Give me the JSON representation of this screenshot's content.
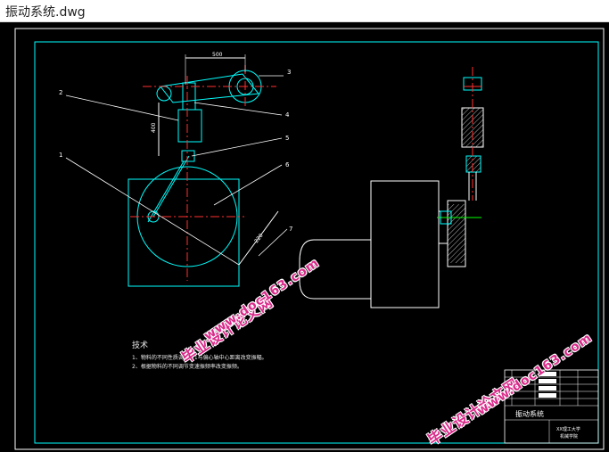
{
  "window": {
    "title": "振动系统.dwg"
  },
  "drawing": {
    "dimensions": {
      "top": "500",
      "left": "400",
      "diag": "220"
    },
    "part_labels": [
      "2",
      "1",
      "3",
      "4",
      "5",
      "6",
      "7"
    ],
    "notes": {
      "heading": "技术",
      "line1": "1、物料的不同性质调节件1与偏心轴中心距离改变振幅。",
      "line2": "2、根据物料的不同调节变速振频率改变振频。"
    },
    "title_block": {
      "name": "振动系统",
      "org_line1": "XX理工大学",
      "org_line2": "机械学院"
    }
  },
  "watermarks": [
    "毕业设计论文网",
    "www.doc163.com",
    "毕业设计论文网",
    "www.doc163.com"
  ],
  "colors": {
    "line": "#ffffff",
    "cyan": "#00ffff",
    "red": "#ff3030",
    "green": "#00ff00",
    "watermark": "#d92b8a"
  }
}
